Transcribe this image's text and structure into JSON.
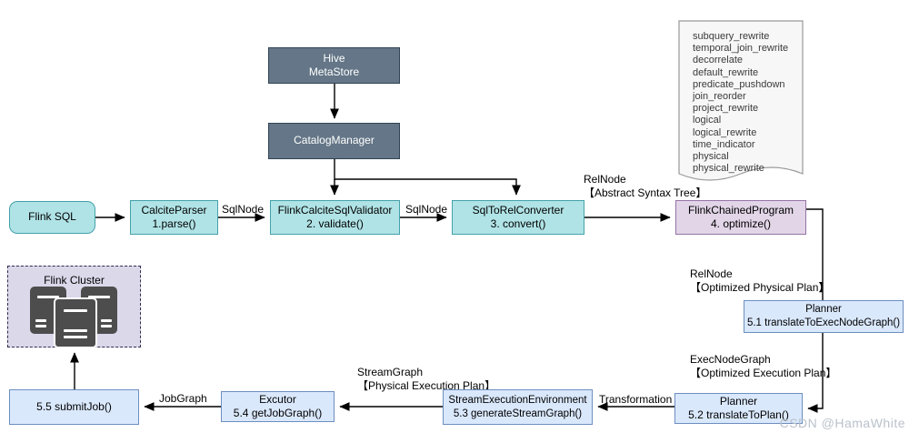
{
  "diagram": {
    "nodes": {
      "hive_metastore": {
        "line1": "Hive",
        "line2": "MetaStore"
      },
      "catalog_manager": {
        "line1": "CatalogManager"
      },
      "flink_sql": {
        "line1": "Flink SQL"
      },
      "calcite_parser": {
        "line1": "CalciteParser",
        "line2": "1.parse()"
      },
      "sql_validator": {
        "line1": "FlinkCalciteSqlValidator",
        "line2": "2. validate()"
      },
      "sql_to_rel": {
        "line1": "SqlToRelConverter",
        "line2": "3. convert()"
      },
      "chained_program": {
        "line1": "FlinkChainedProgram",
        "line2": "4. optimize()"
      },
      "planner_exec_node": {
        "line1": "Planner",
        "line2": "5.1 translateToExecNodeGraph()"
      },
      "planner_translate": {
        "line1": "Planner",
        "line2": "5.2 translateToPlan()"
      },
      "stream_env": {
        "line1": "StreamExecutionEnvironment",
        "line2": "5.3 generateStreamGraph()"
      },
      "excutor": {
        "line1": "Excutor",
        "line2": "5.4 getJobGraph()"
      },
      "submit_job": {
        "line1": "5.5 submitJob()"
      },
      "flink_cluster": {
        "label": "Flink Cluster"
      }
    },
    "edge_labels": {
      "sqlnode_1": "SqlNode",
      "sqlnode_2": "SqlNode",
      "relnode_ast_1": "RelNode",
      "relnode_ast_2": "【Abstract Syntax Tree】",
      "relnode_opt_1": "RelNode",
      "relnode_opt_2": "【Optimized Physical Plan】",
      "execnodegraph_1": "ExecNodeGraph",
      "execnodegraph_2": "【Optimized Execution Plan】",
      "streamgraph_1": "StreamGraph",
      "streamgraph_2": "【Physical Execution Plan】",
      "transformation": "Transformation",
      "jobgraph": "JobGraph"
    },
    "optimize_rules": [
      "subquery_rewrite",
      "temporal_join_rewrite",
      "decorrelate",
      "default_rewrite",
      "predicate_pushdown",
      "join_reorder",
      "project_rewrite",
      "logical",
      "logical_rewrite",
      "time_indicator",
      "physical",
      "physical_rewrite"
    ],
    "watermark": "CSDN @HamaWhite",
    "colors": {
      "teal_fill": "#B0E3E6",
      "teal_border": "#43A1AA",
      "blue_fill": "#DAE8FC",
      "blue_border": "#6C8EBF",
      "purple_fill": "#E1D5E7",
      "purple_border": "#9673A6",
      "dark_fill": "#647687",
      "dark_border": "#314354",
      "cluster_fill": "#DBD8EA",
      "note_fill": "#F7F7F7",
      "server_icon": "#4D4D4D",
      "watermark": "#B9C2CB"
    }
  }
}
